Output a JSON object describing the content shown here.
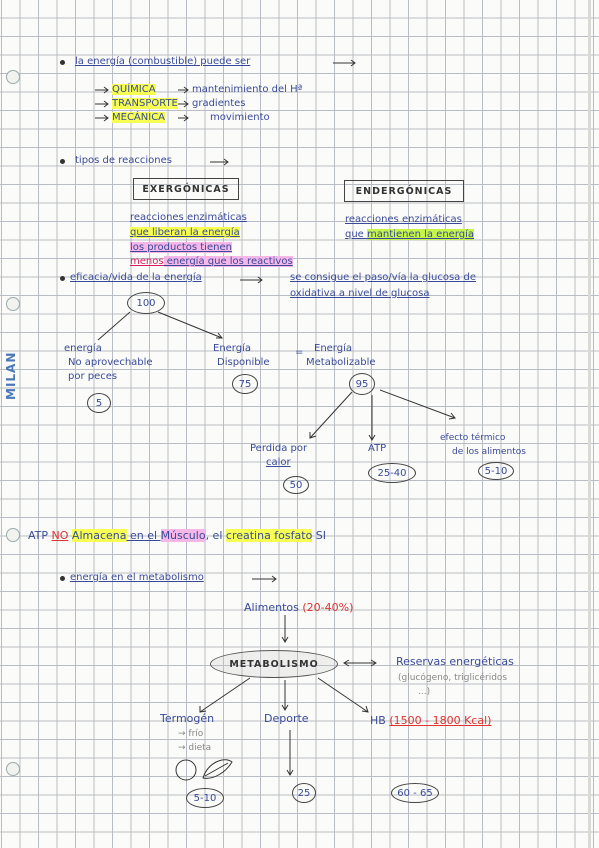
{
  "brand": "MILAN",
  "s1": {
    "title": "la energía (combustible) puede ser",
    "items": [
      {
        "kind": "QUÍMICA",
        "desc": "mantenimiento del Hª"
      },
      {
        "kind": "TRANSPORTE",
        "desc": "gradientes"
      },
      {
        "kind": "MECÁNICA",
        "desc": "movimiento"
      }
    ]
  },
  "s2": {
    "title": "tipos de reacciones",
    "left": {
      "box": "EXERGÓNICAS",
      "l1": "reacciones enzimáticas",
      "l2": "que liberan la energía",
      "l3": "los productos tienen",
      "l4a": "menos",
      "l4b": " energía que los reactivos"
    },
    "right": {
      "box": "ENDERGÓNICAS",
      "l1": "reacciones enzimáticas",
      "l2a": "que ",
      "l2b": "mantienen la energía"
    }
  },
  "s3": {
    "title": "eficacia/vida de la energía",
    "desc1": "se consigue el paso/vía la glucosa de",
    "desc2": "oxidativa a nivel de glucosa",
    "root": "100",
    "a1": "energía",
    "a2": "No aprovechable",
    "a3": "por peces",
    "a_val": "5",
    "b1": "Energía",
    "b2": "Disponible",
    "b_val": "75",
    "eq": "=",
    "c1": "Energía",
    "c2": "Metabolizable",
    "c_val": "95",
    "d1": "Perdida por",
    "d2": "calor",
    "d_val": "50",
    "e1": "ATP",
    "e_val": "25-40",
    "f1": "efecto térmico",
    "f2": "de los alimentos",
    "f_val": "5-10"
  },
  "atp": {
    "p1": "ATP",
    "p2": "NO",
    "p3": "Almacena",
    "p4": " en el ",
    "p5": "Músculo",
    "p6": ", el ",
    "p7": "creatina fosfato",
    "p8": " SI"
  },
  "s4": {
    "title": "energía en el metabolismo",
    "food": "Alimentos",
    "food_pct": "(20-40%)",
    "center": "METABOLISMO",
    "r1": "Reservas energéticas",
    "r2": "(glucógeno, triglicéridos",
    "r3": "...)",
    "o1": "Termogén",
    "o1a": "→ frío",
    "o1b": "→ dieta",
    "o1_val": "5-10",
    "o2": "Deporte",
    "o2_val": "25",
    "o3": "HB",
    "o3_extra": "(1500 - 1800 Kcal)",
    "o3_val": "60 - 65"
  }
}
